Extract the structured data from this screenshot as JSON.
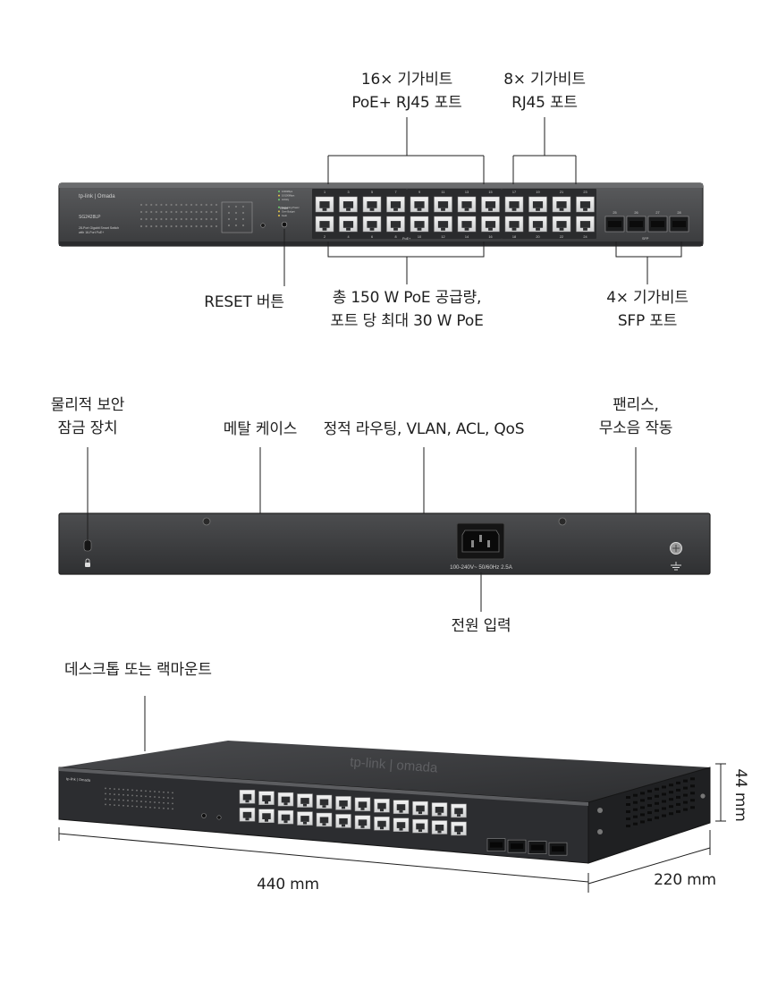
{
  "front": {
    "callouts": {
      "poe_ports": [
        "16× 기가비트",
        "PoE+ RJ45 포트"
      ],
      "rj45_ports": [
        "8× 기가비트",
        "RJ45 포트"
      ],
      "reset": "RESET 버튼",
      "poe_budget": [
        "총 150 W PoE 공급량,",
        "포트 당 최대 30 W PoE"
      ],
      "sfp_ports": [
        "4× 기가비트",
        "SFP 포트"
      ]
    },
    "panel": {
      "brand": "tp-link | Omada",
      "model": "SG2428LP",
      "desc": [
        "28-Port Gigabit Smart Switch",
        "with 16-Port PoE+"
      ],
      "port_top_numbers": [
        "1",
        "3",
        "5",
        "7",
        "9",
        "11",
        "13",
        "15",
        "17",
        "19",
        "21",
        "23"
      ],
      "port_bottom_numbers": [
        "2",
        "4",
        "6",
        "8",
        "10",
        "12",
        "14",
        "16",
        "18",
        "20",
        "22",
        "24"
      ],
      "sfp_numbers": [
        "25",
        "26",
        "27",
        "28"
      ],
      "poe_tag": "PoE+",
      "sfp_tag": "SFP",
      "reset_tag": "Reset",
      "led_legend": [
        "1000Mbps",
        "10/100Mbps",
        "Activity",
        "Delivering Power",
        "Over Budget",
        "Fault"
      ]
    }
  },
  "rear": {
    "callouts": {
      "lock": [
        "물리적 보안",
        "잠금 장치"
      ],
      "metal": "메탈 케이스",
      "routing": "정적 라우팅, VLAN, ACL, QoS",
      "fanless": [
        "팬리스,",
        "무소음 작동"
      ],
      "power": "전원 입력"
    },
    "power_rating": "100-240V~ 50/60Hz 2.5A"
  },
  "perspective": {
    "callout": "데스크톱 또는 랙마운트",
    "width": "440 mm",
    "depth": "220 mm",
    "height": "44 mm",
    "top_logo": "tp-link | omada"
  }
}
